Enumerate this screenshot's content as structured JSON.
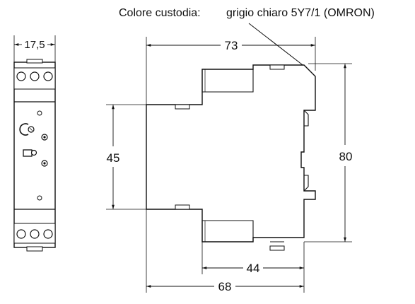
{
  "header": {
    "label": "Colore custodia:",
    "value": "grigio chiaro 5Y7/1 (OMRON)"
  },
  "dimensions": {
    "front_width": "17,5",
    "overall_depth": "73",
    "height_total": "80",
    "rail_height": "45",
    "clip_span": "44",
    "body_depth": "68"
  }
}
